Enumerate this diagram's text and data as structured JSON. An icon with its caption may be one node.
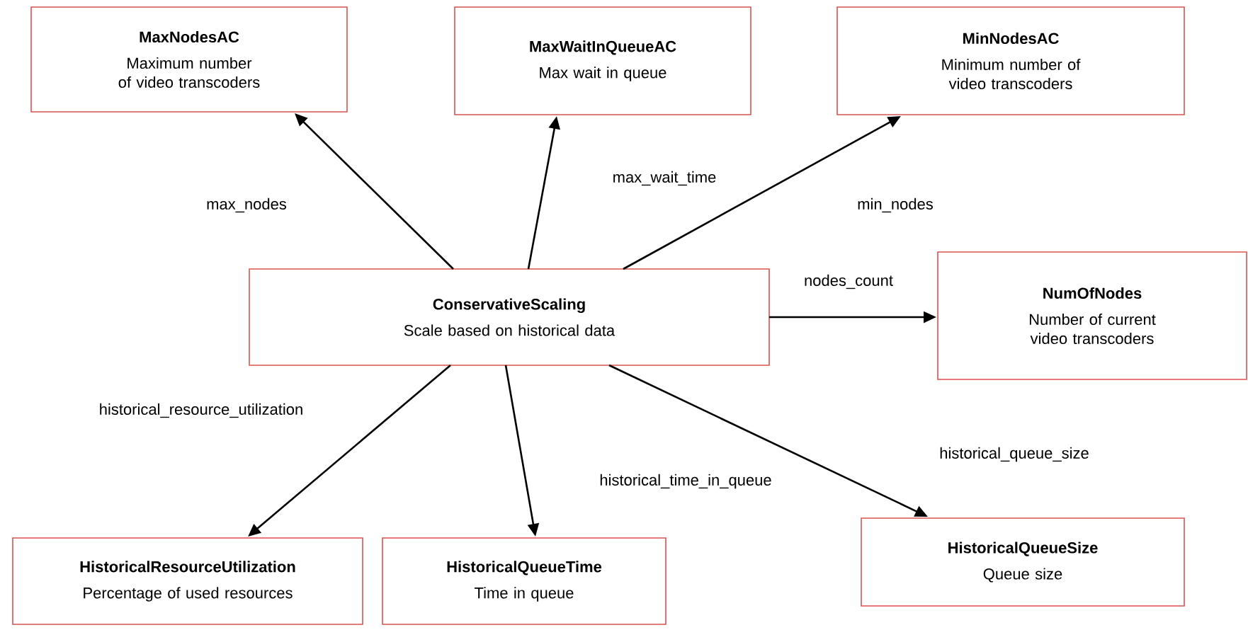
{
  "diagram": {
    "nodes": [
      {
        "text": [
          "ConservativeScaling",
          "Scale based on historical data"
        ]
      },
      {
        "text": [
          "MaxNodesAC",
          "Maximum number of video transcoders"
        ]
      },
      {
        "text": [
          "MaxWaitInQueueAC",
          "Max wait in queue"
        ]
      },
      {
        "text": [
          "MinNodesAC",
          "Minimum number of video transcoders"
        ]
      },
      {
        "text": [
          "NumOfNodes",
          "Number of current video transcoders"
        ]
      },
      {
        "text": [
          "HistoricalResourceUtilization",
          "Percentage of used resources"
        ]
      },
      {
        "text": [
          "HistoricalQueueTime",
          "Time in queue"
        ]
      },
      {
        "text": [
          "HistoricalQueueSize",
          "Queue size"
        ]
      }
    ],
    "edges": [
      {
        "from": 0,
        "to": 1,
        "arrow": "to",
        "label": "max_nodes"
      },
      {
        "from": 0,
        "to": 2,
        "arrow": "to",
        "label": "max_wait_time"
      },
      {
        "from": 0,
        "to": 3,
        "arrow": "to",
        "label": "min_nodes"
      },
      {
        "from": 0,
        "to": 4,
        "arrow": "to",
        "label": "nodes_count"
      },
      {
        "from": 0,
        "to": 5,
        "arrow": "to",
        "label": "historical_resource_utilization"
      },
      {
        "from": 0,
        "to": 6,
        "arrow": "to",
        "label": "historical_time_in_queue"
      },
      {
        "from": 0,
        "to": 7,
        "arrow": "to",
        "label": "historical_queue_size"
      }
    ]
  }
}
